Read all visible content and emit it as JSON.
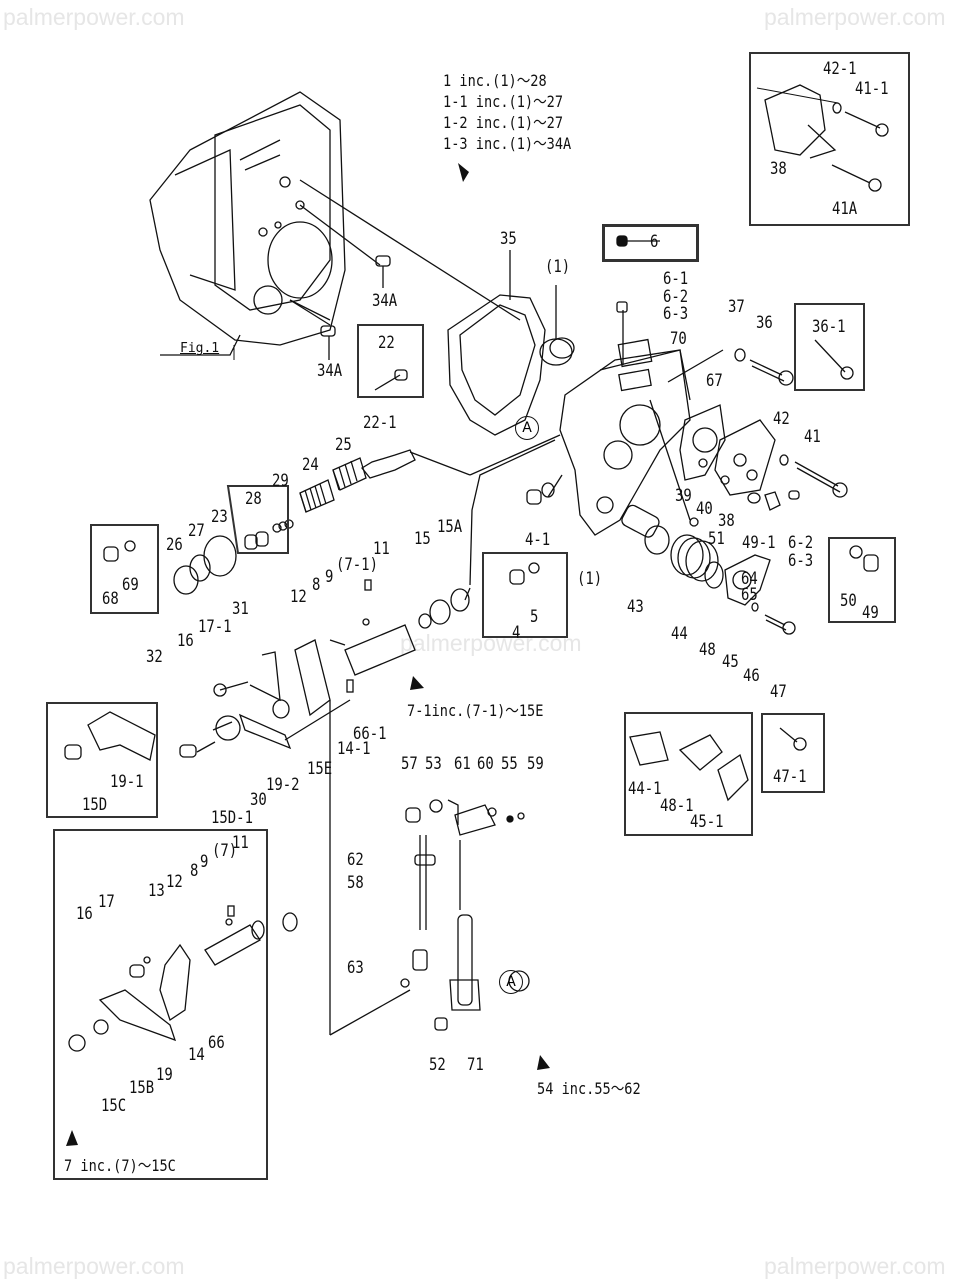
{
  "watermark": "palmerpower.com",
  "figure_label": "Fig.1",
  "callout_marker": "A",
  "notes": {
    "assembly_main": [
      "1 inc.(1)～28",
      "1-1 inc.(1)～27",
      "1-2 inc.(1)～27",
      "1-3 inc.(1)～34A"
    ],
    "assembly_7_1": "7-1inc.(7-1)～15E",
    "assembly_54": "54 inc.55～62",
    "assembly_7": "7 inc.(7)～15C"
  },
  "part_labels": {
    "p35": "35",
    "p1a": "(1)",
    "p1b": "(1)",
    "p6": "6",
    "p6_1": "6-1",
    "p6_2": "6-2",
    "p6_3": "6-3",
    "p70": "70",
    "p67": "67",
    "p37": "37",
    "p36": "36",
    "p36_1": "36-1",
    "p42": "42",
    "p41": "41",
    "p39": "39",
    "p40": "40",
    "p38": "38",
    "p51": "51",
    "p49_1": "49-1",
    "p6_2b": "6-2",
    "p6_3b": "6-3",
    "p42_1": "42-1",
    "p41_1": "41-1",
    "p38b": "38",
    "p41A": "41A",
    "p34A_1": "34A",
    "p34A_2": "34A",
    "p22": "22",
    "p22_1": "22-1",
    "p25": "25",
    "p24": "24",
    "p29": "29",
    "p28": "28",
    "p23": "23",
    "p27": "27",
    "p26": "26",
    "p68": "68",
    "p69": "69",
    "p4_1": "4-1",
    "p4": "4",
    "p5": "5",
    "p43": "43",
    "p44": "44",
    "p48": "48",
    "p45": "45",
    "p46": "46",
    "p47": "47",
    "p64": "64",
    "p65": "65",
    "p50": "50",
    "p49": "49",
    "p15A": "15A",
    "p15": "15",
    "p11": "11",
    "p7_1": "(7-1)",
    "p9": "9",
    "p8": "8",
    "p12": "12",
    "p31": "31",
    "p17_1": "17-1",
    "p16": "16",
    "p32": "32",
    "p66_1": "66-1",
    "p14_1": "14-1",
    "p15E": "15E",
    "p19_2": "19-2",
    "p30": "30",
    "p15D_1": "15D-1",
    "p19_1": "19-1",
    "p15D": "15D",
    "p44_1": "44-1",
    "p48_1": "48-1",
    "p45_1": "45-1",
    "p47_1": "47-1",
    "p57": "57",
    "p53": "53",
    "p61": "61",
    "p60": "60",
    "p55": "55",
    "p59": "59",
    "p62": "62",
    "p58": "58",
    "p63": "63",
    "p52": "52",
    "p71": "71",
    "i11": "11",
    "i7": "(7)",
    "i9": "9",
    "i8": "8",
    "i12": "12",
    "i13": "13",
    "i17": "17",
    "i16": "16",
    "i66": "66",
    "i14": "14",
    "i19": "19",
    "i15B": "15B",
    "i15C": "15C"
  }
}
